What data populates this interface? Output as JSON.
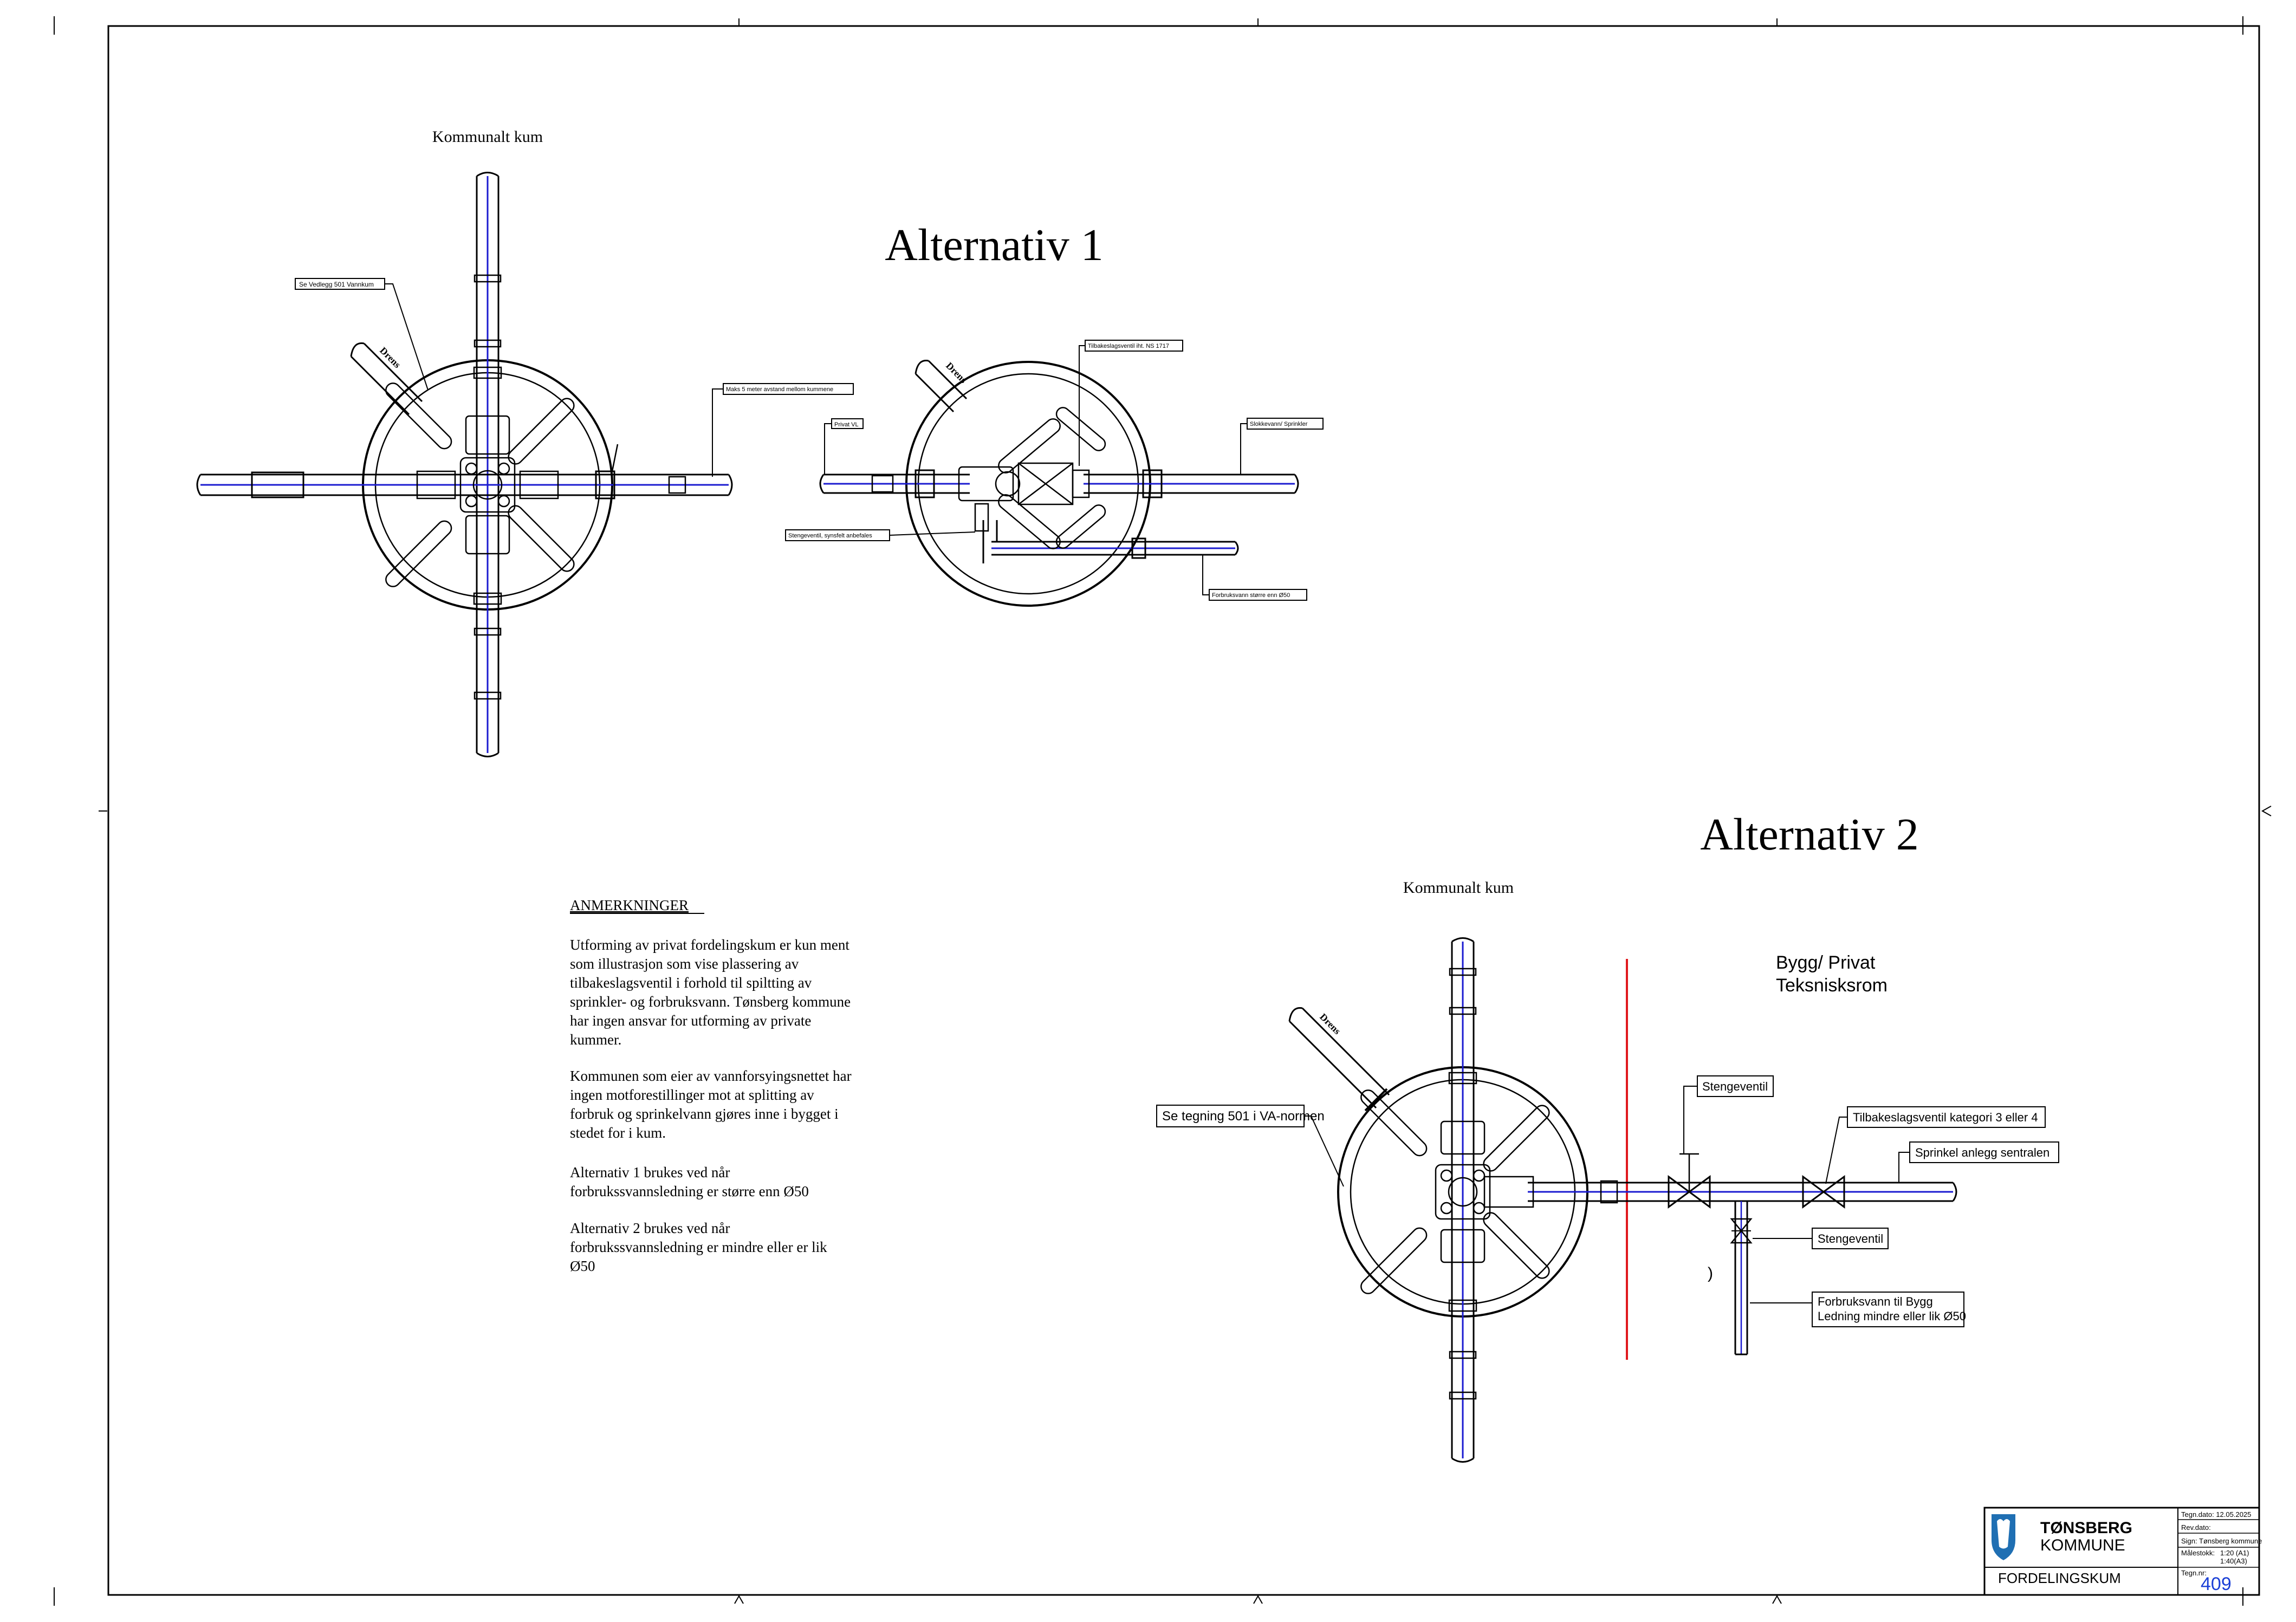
{
  "alt1": {
    "title": "Alternativ 1",
    "kum_label": "Kommunalt kum",
    "drain_label_left": "Drens",
    "drain_label_right": "Drens",
    "callouts": {
      "se_vedlegg": "Se Vedlegg 501 Vannkum",
      "maks": "Maks 5 meter avstand mellom kummene",
      "privat_vl": "Privat VL",
      "tilbakeslag": "Tilbakeslagsventil iht. NS 1717",
      "slokkevann": "Slokkevann/ Sprinkler",
      "stengeventil": "Stengeventil, synsfelt anbefales",
      "forbruksvann": "Forbruksvann større enn Ø50"
    }
  },
  "alt2": {
    "title": "Alternativ 2",
    "kum_label": "Kommunalt kum",
    "drain_label": "Drens",
    "bygg_line1": "Bygg/ Privat",
    "bygg_line2": "Teksnisksrom",
    "callouts": {
      "se_tegning": "Se tegning 501 i VA-normen",
      "stengeventil_top": "Stengeventil",
      "tilbakeslag": "Tilbakeslagsventil kategori 3 eller 4",
      "sprinkel": "Sprinkel anlegg sentralen",
      "stengeventil_mid": "Stengeventil",
      "forbruk_line1": "Forbruksvann til Bygg",
      "forbruk_line2": "Ledning mindre eller lik Ø50"
    },
    "paren": ")"
  },
  "notes": {
    "heading": "ANMERKNINGER",
    "p1": [
      "Utforming av privat fordelingskum er kun ment",
      "som illustrasjon som vise plassering av",
      "tilbakeslagsventil i forhold til spiltting av",
      "sprinkler- og forbruksvann. Tønsberg kommune",
      "har ingen ansvar for utforming av private",
      "kummer."
    ],
    "p2": [
      "Kommunen som eier av vannforsyingsnettet har",
      "ingen motforestillinger mot at splitting av",
      "forbruk og sprinkelvann gjøres inne i bygget i",
      "stedet for i kum."
    ],
    "p3": [
      "Alternativ 1 brukes ved når",
      "forbrukssvannsledning er større enn Ø50"
    ],
    "p4": [
      "Alternativ 2 brukes ved når",
      "forbrukssvannsledning er mindre eller er lik",
      "Ø50"
    ]
  },
  "title_block": {
    "org_line1": "TØNSBERG",
    "org_line2": "KOMMUNE",
    "drawing_title": "FORDELINGSKUM",
    "tegn_dato": "Tegn.dato: 12.05.2025",
    "rev_dato": "Rev.dato:",
    "sign": "Sign:  Tønsberg kommune",
    "malestokk_label": "Målestokk:",
    "malestokk_a1": "1:20 (A1)",
    "malestokk_a3": "1:40(A3)",
    "tegn_nr_label": "Tegn.nr:",
    "tegn_nr": "409"
  },
  "colors": {
    "pipe_blue": "#1b1bd0",
    "boundary_red": "#e0191e",
    "tegn_nr_blue": "#1a3fd6",
    "logo_blue": "#1f6fb3"
  }
}
